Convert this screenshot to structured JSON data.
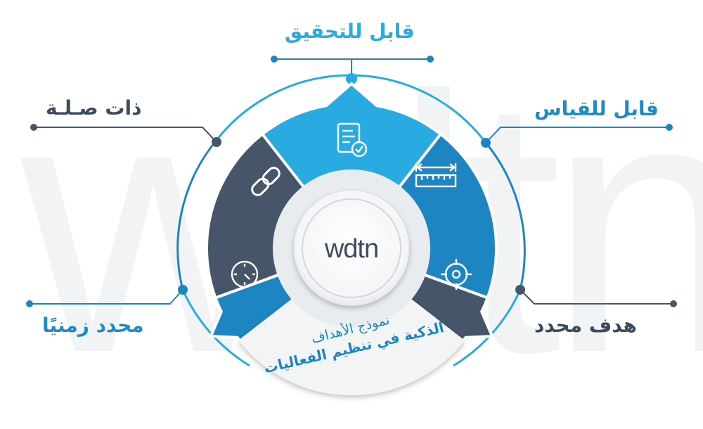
{
  "brand": "wdtn",
  "labels": {
    "top": "قابل للتحقيق",
    "top_left": "ذات صـلـة",
    "top_right": "قابل للقياس",
    "bottom_left": "محدد زمنيًا",
    "bottom_right": "هدف محدد"
  },
  "title": {
    "line1": "نموذج الأهداف",
    "line2": "الذكية في تنظيم الفعاليات"
  },
  "segments": [
    {
      "key": "achievable",
      "icon": "clipboard-check-icon",
      "color": "#29abe2"
    },
    {
      "key": "measurable",
      "icon": "ruler-icon",
      "color": "#1d86c2"
    },
    {
      "key": "specific",
      "icon": "target-icon",
      "color": "#46556a"
    },
    {
      "key": "time_bound",
      "icon": "clock-icon",
      "color": "#1d86c2"
    },
    {
      "key": "relevant",
      "icon": "link-icon",
      "color": "#46556a"
    }
  ],
  "colors": {
    "light_blue": "#29abe2",
    "mid_blue": "#1d86c2",
    "slate": "#46556a",
    "dark_text": "#3d4b5f"
  }
}
